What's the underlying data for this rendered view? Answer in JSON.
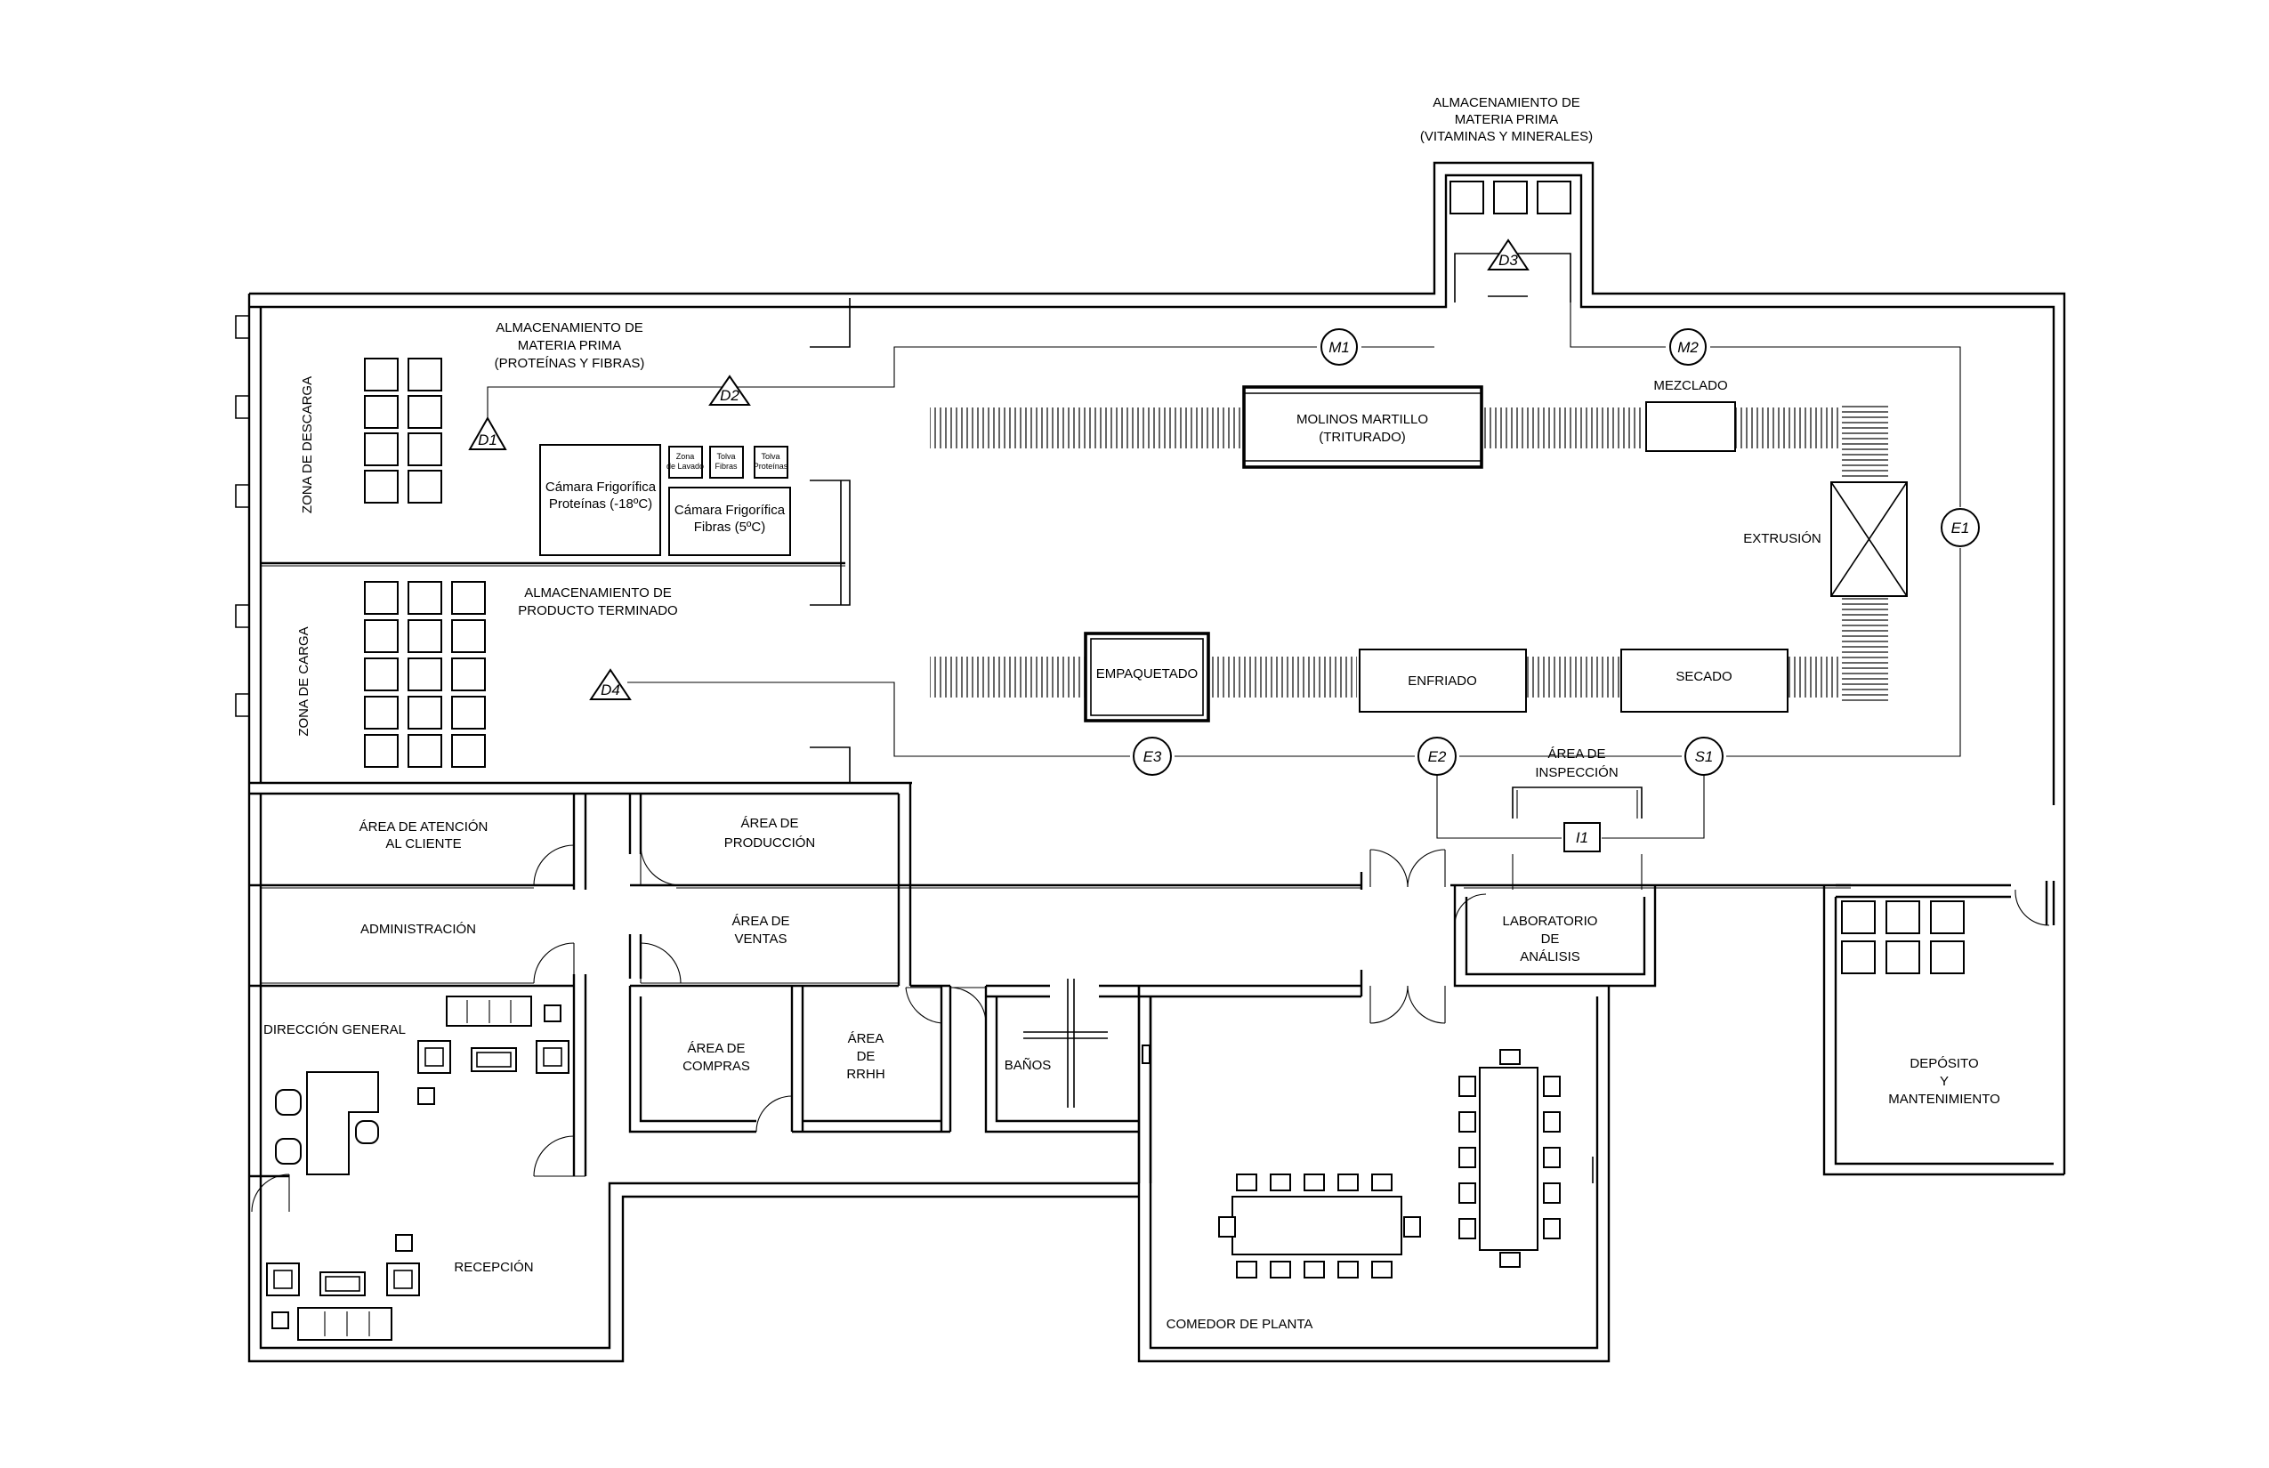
{
  "storage_top": {
    "line1": "ALMACENAMIENTO DE",
    "line2": "MATERIA PRIMA",
    "line3": "(VITAMINAS Y MINERALES)"
  },
  "storage_raw": {
    "line1": "ALMACENAMIENTO DE",
    "line2": "MATERIA PRIMA",
    "line3": "(PROTEÍNAS Y FIBRAS)"
  },
  "storage_finished": {
    "line1": "ALMACENAMIENTO DE",
    "line2": "PRODUCTO TERMINADO"
  },
  "zone_unload": "ZONA DE DESCARGA",
  "zone_load": "ZONA DE CARGA",
  "cold_room_proteins": {
    "line1": "Cámara Frigorífica",
    "line2": "Proteínas (-18ºC)"
  },
  "cold_room_fibers": {
    "line1": "Cámara Frigorífica",
    "line2": "Fibras (5ºC)"
  },
  "small_rooms": [
    {
      "line1": "Zona",
      "line2": "de Lavado"
    },
    {
      "line1": "Tolva",
      "line2": "Fibras"
    },
    {
      "line1": "Tolva",
      "line2": "Proteínas"
    }
  ],
  "process": {
    "mill": {
      "line1": "MOLINOS MARTILLO",
      "line2": "(TRITURADO)"
    },
    "mix": "MEZCLADO",
    "extrusion": "EXTRUSIÓN",
    "packaging": "EMPAQUETADO",
    "cooling": "ENFRIADO",
    "drying": "SECADO"
  },
  "markers": {
    "D1": "D1",
    "D2": "D2",
    "D3": "D3",
    "D4": "D4",
    "M1": "M1",
    "M2": "M2",
    "E1": "E1",
    "E2": "E2",
    "E3": "E3",
    "S1": "S1",
    "I1": "I1"
  },
  "inspection": {
    "line1": "ÁREA DE",
    "line2": "INSPECCIÓN"
  },
  "rooms": {
    "customer_service": {
      "line1": "ÁREA DE ATENCIÓN",
      "line2": "AL CLIENTE"
    },
    "production": {
      "line1": "ÁREA DE",
      "line2": "PRODUCCIÓN"
    },
    "administration": "ADMINISTRACIÓN",
    "sales": {
      "line1": "ÁREA DE",
      "line2": "VENTAS"
    },
    "lab": {
      "line1": "LABORATORIO",
      "line2": "DE",
      "line3": "ANÁLISIS"
    },
    "management": "DIRECCIÓN GENERAL",
    "purchasing": {
      "line1": "ÁREA DE",
      "line2": "COMPRAS"
    },
    "hr": {
      "line1": "ÁREA",
      "line2": "DE",
      "line3": "RRHH"
    },
    "restrooms": "BAÑOS",
    "deposit": {
      "line1": "DEPÓSITO",
      "line2": "Y",
      "line3": "MANTENIMIENTO"
    },
    "reception": "RECEPCIÓN",
    "dining": "COMEDOR DE PLANTA"
  },
  "colors": {
    "line": "#000000",
    "background": "#ffffff"
  }
}
